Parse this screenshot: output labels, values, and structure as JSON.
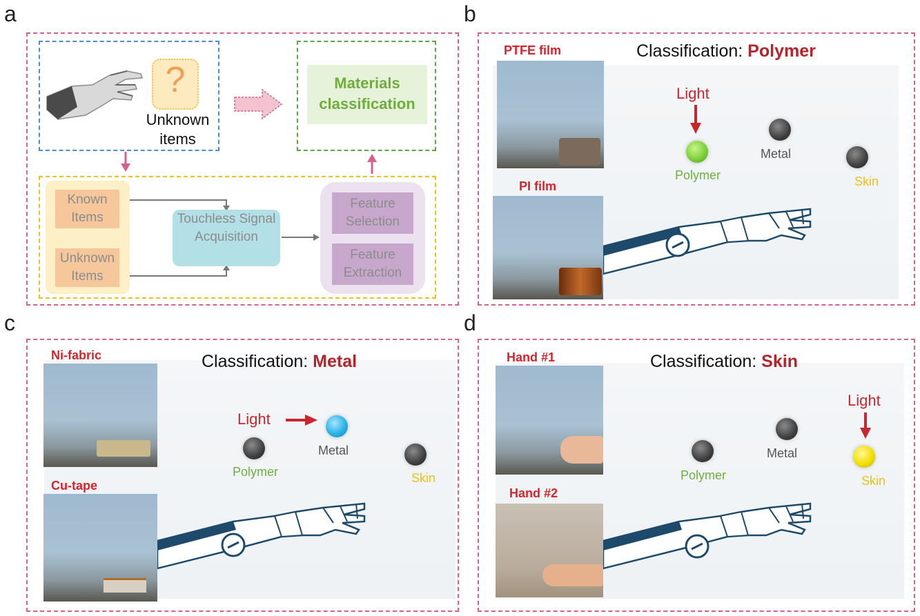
{
  "panels": {
    "a": {
      "letter": "a",
      "unknown_items": "Unknown items",
      "question_mark": "?",
      "materials_classification": "Materials classification",
      "known_items": "Known Items",
      "unknown_items_box": "Unknown Items",
      "touchless": "Touchless Signal Acquisition",
      "feature_selection": "Feature Selection",
      "feature_extraction": "Feature Extraction"
    },
    "b": {
      "letter": "b",
      "title_prefix": "Classification: ",
      "title_value": "Polymer",
      "photo1_label": "PTFE film",
      "photo2_label": "PI film",
      "light": "Light",
      "polymer": "Polymer",
      "metal": "Metal",
      "skin": "Skin"
    },
    "c": {
      "letter": "c",
      "title_prefix": "Classification: ",
      "title_value": "Metal",
      "photo1_label": "Ni-fabric",
      "photo2_label": "Cu-tape",
      "light": "Light",
      "polymer": "Polymer",
      "metal": "Metal",
      "skin": "Skin"
    },
    "d": {
      "letter": "d",
      "title_prefix": "Classification: ",
      "title_value": "Skin",
      "photo1_label": "Hand #1",
      "photo2_label": "Hand #2",
      "light": "Light",
      "polymer": "Polymer",
      "metal": "Metal",
      "skin": "Skin"
    }
  },
  "colors": {
    "outer_dash": "#d4628a",
    "blue_dash": "#4a8fc9",
    "green_dash": "#5aa646",
    "yellow_dash": "#f0c020",
    "accent_red": "#b5242a",
    "polymer_green": "#6fae3e",
    "metal_gray": "#555555",
    "skin_yellow": "#e8c21a",
    "ball_lit_green": "#7ed03a",
    "ball_lit_blue": "#2bb3e8",
    "ball_lit_yellow": "#f2e000",
    "ball_off": "#3e3e3e"
  }
}
